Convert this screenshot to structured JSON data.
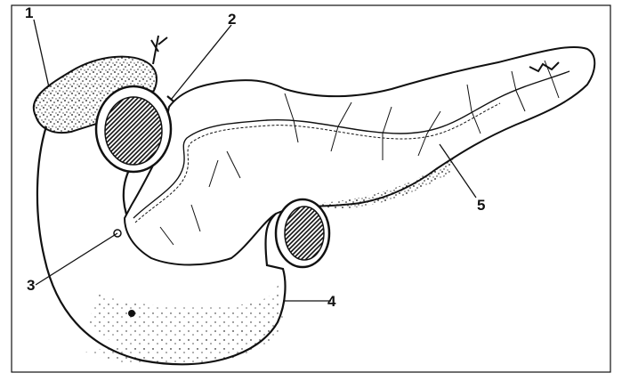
{
  "figure": {
    "labels": {
      "l1": "1",
      "l2": "2",
      "l3": "3",
      "l4": "4",
      "l5": "5"
    }
  },
  "colors": {
    "ink": "#111111",
    "background": "#ffffff"
  }
}
